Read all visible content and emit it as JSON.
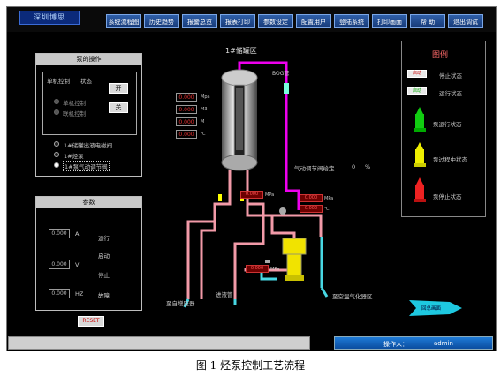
{
  "logo_text": "深圳博思",
  "menu": [
    {
      "label": "系统流程图",
      "w": 40
    },
    {
      "label": "历史趋势",
      "w": 40
    },
    {
      "label": "报警总览",
      "w": 40
    },
    {
      "label": "报表打印",
      "w": 40
    },
    {
      "label": "参数设定",
      "w": 40
    },
    {
      "label": "配置用户",
      "w": 40
    },
    {
      "label": "登陆系统",
      "w": 40
    },
    {
      "label": "打印画面",
      "w": 40
    },
    {
      "label": "帮 助",
      "w": 40
    },
    {
      "label": "退出调试",
      "w": 40
    }
  ],
  "pump_panel": {
    "title": "泵的操作",
    "single_control": "单机控制",
    "state": "状态",
    "start": "开",
    "stop": "关",
    "single_mode": "单机控制",
    "linked_mode": "联机控制",
    "opt1": "1#储罐出液电磁阀",
    "opt2": "1#烃泵",
    "opt3": "1#泵气动调节阀"
  },
  "params_panel": {
    "title": "参数",
    "val1": "0.000",
    "unit1": "A",
    "val2": "0.000",
    "unit2": "V",
    "val3": "0.000",
    "unit3": "HZ",
    "st1": "运行",
    "st2": "启动",
    "st3": "停止",
    "st4": "故障"
  },
  "reset": "RESET",
  "tank": {
    "title": "1#储罐区",
    "bog": "BOG管",
    "units": [
      "Mpa",
      "M3",
      "M",
      "℃"
    ],
    "val": "0.000"
  },
  "valve_setpoint": {
    "label": "气动调节阀给定",
    "value": "0",
    "unit": "%"
  },
  "mini": {
    "v1": "0.000",
    "u1": "MPa",
    "v2": "0.000",
    "u2": "MPa",
    "v3": "0.000",
    "u3": "℃",
    "v4": "0.000",
    "u4": "MPa"
  },
  "destinations": {
    "left": "至自增压器",
    "mid": "进液管",
    "right": "至空温气化器区"
  },
  "legend": {
    "title": "图例",
    "b1": "启动",
    "s1": "停止状态",
    "s2": "运行状态",
    "s3": "泵运行状态",
    "s4": "泵过程中状态",
    "s5": "泵停止状态"
  },
  "back_button": "回总画面",
  "operator": {
    "label": "操作人：",
    "name": "admin"
  },
  "caption": "图 1  烃泵控制工艺流程",
  "colors": {
    "pipe_pink": "#f29aa8",
    "pipe_magenta": "#ee00ee",
    "pipe_cyan": "#48d7e3",
    "pump_yellow": "#f1e300"
  }
}
